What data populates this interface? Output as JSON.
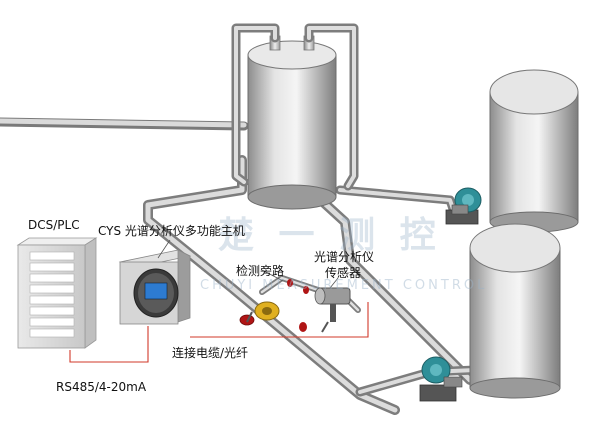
{
  "labels": {
    "dcs_plc": "DCS/PLC",
    "analyzer_host": "CYS 光谱分析仪多功能主机",
    "bypass": "检测旁路",
    "sensor_line1": "光谱分析仪",
    "sensor_line2": "传感器",
    "cable": "连接电缆/光纤",
    "protocol": "RS485/4-20mA"
  },
  "watermark": {
    "text_cn": "楚 一 测 控",
    "text_en": "CHUYI MEASUREMENT CONTROL"
  },
  "colors": {
    "signal_line": "#d23a2a",
    "pipe": "#c7c7c7",
    "tank": "#cfcfcf",
    "pump": "#2f8f98",
    "valve_handle": "#b01515",
    "flange": "#e0b020",
    "watermark": "#9bb3c9"
  }
}
